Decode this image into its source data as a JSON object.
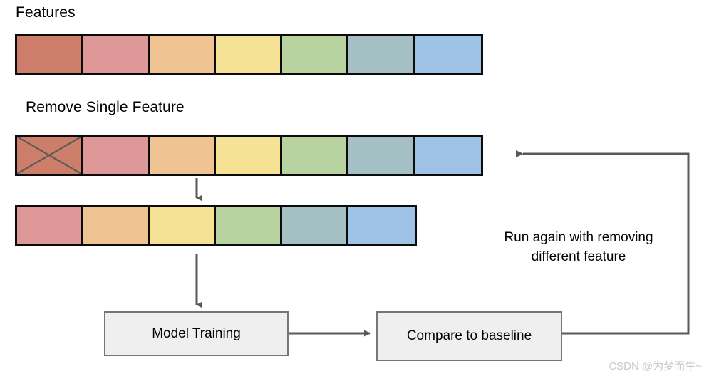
{
  "diagram": {
    "title_features": "Features",
    "title_remove": "Remove Single Feature",
    "loop_label_line1": "Run again with removing",
    "loop_label_line2": "different feature",
    "boxes": {
      "model_training": "Model Training",
      "compare_baseline": "Compare to baseline"
    },
    "colors": {
      "cell_1": "#cd7e6b",
      "cell_2": "#dd9897",
      "cell_3": "#f0c392",
      "cell_4": "#f6e294",
      "cell_5": "#b8d3a0",
      "cell_6": "#a4c0c5",
      "cell_7": "#9fc3e6",
      "border": "#0b0b0b",
      "cross": "#5a5a5a",
      "arrow": "#595959",
      "box_fill": "#efefef",
      "box_border": "#767676",
      "watermark": "#c9c9c9"
    },
    "rows": {
      "features": {
        "label": "Features",
        "cells": [
          {
            "name": "feature-1",
            "color": "#cd7e6b",
            "removed": false
          },
          {
            "name": "feature-2",
            "color": "#dd9897",
            "removed": false
          },
          {
            "name": "feature-3",
            "color": "#f0c392",
            "removed": false
          },
          {
            "name": "feature-4",
            "color": "#f6e294",
            "removed": false
          },
          {
            "name": "feature-5",
            "color": "#b8d3a0",
            "removed": false
          },
          {
            "name": "feature-6",
            "color": "#a4c0c5",
            "removed": false
          },
          {
            "name": "feature-7",
            "color": "#9fc3e6",
            "removed": false
          }
        ]
      },
      "removed": {
        "label": "Remove Single Feature",
        "cells": [
          {
            "name": "feature-1",
            "color": "#cd7e6b",
            "removed": true
          },
          {
            "name": "feature-2",
            "color": "#dd9897",
            "removed": false
          },
          {
            "name": "feature-3",
            "color": "#f0c392",
            "removed": false
          },
          {
            "name": "feature-4",
            "color": "#f6e294",
            "removed": false
          },
          {
            "name": "feature-5",
            "color": "#b8d3a0",
            "removed": false
          },
          {
            "name": "feature-6",
            "color": "#a4c0c5",
            "removed": false
          },
          {
            "name": "feature-7",
            "color": "#9fc3e6",
            "removed": false
          }
        ]
      },
      "reduced": {
        "label": "",
        "cells": [
          {
            "name": "feature-2",
            "color": "#dd9897",
            "removed": false
          },
          {
            "name": "feature-3",
            "color": "#f0c392",
            "removed": false
          },
          {
            "name": "feature-4",
            "color": "#f6e294",
            "removed": false
          },
          {
            "name": "feature-5",
            "color": "#b8d3a0",
            "removed": false
          },
          {
            "name": "feature-6",
            "color": "#a4c0c5",
            "removed": false
          },
          {
            "name": "feature-7",
            "color": "#9fc3e6",
            "removed": false
          }
        ]
      }
    },
    "watermark": "CSDN @为梦而生~"
  }
}
